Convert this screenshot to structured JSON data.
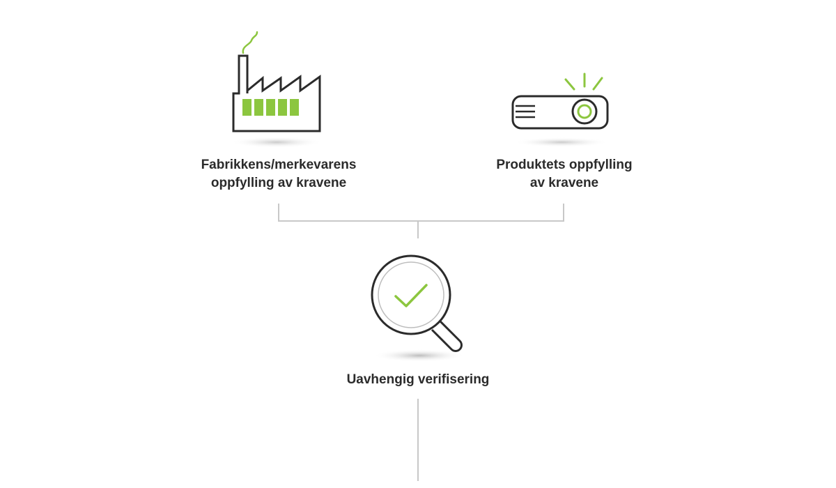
{
  "nodes": {
    "factory": {
      "icon": "factory-icon",
      "label_lines": [
        "Fabrikkens/merkevarens",
        "oppfylling av kravene"
      ]
    },
    "product": {
      "icon": "projector-icon",
      "label_lines": [
        "Produktets oppfylling",
        "av kravene"
      ]
    },
    "verification": {
      "icon": "magnifier-check-icon",
      "label_lines": [
        "Uavhengig verifisering"
      ]
    }
  },
  "colors": {
    "accent_green": "#8cc63f",
    "outline": "#2b2b2b",
    "connector": "#c8c8c8",
    "text": "#2b2b2b"
  }
}
